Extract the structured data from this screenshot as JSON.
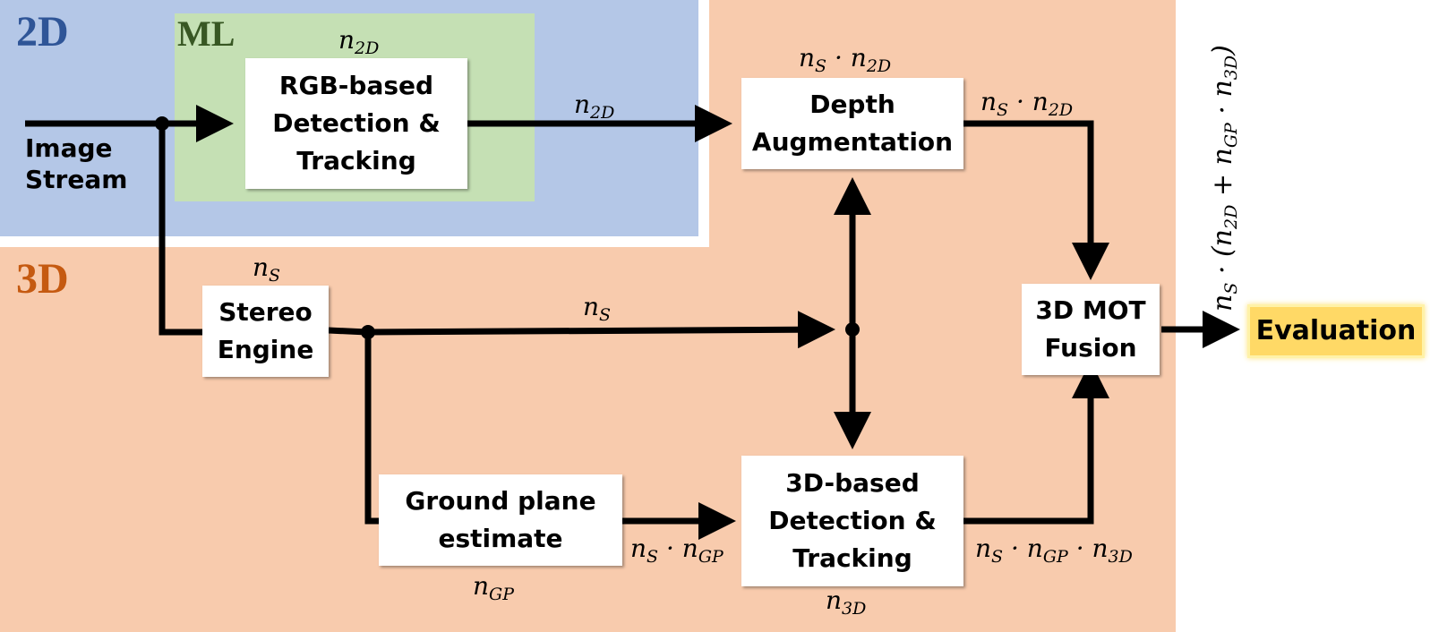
{
  "regions": {
    "two_d": {
      "label": "2D",
      "color": "#b4c7e7",
      "label_color": "#2f5597"
    },
    "ml": {
      "label": "ML",
      "color": "#c5e0b4",
      "label_color": "#385723"
    },
    "three_d": {
      "label": "3D",
      "color": "#f8cbad",
      "label_color": "#c55a11"
    }
  },
  "input_label": "Image\nStream",
  "boxes": {
    "rgb": "RGB-based\nDetection &\nTracking",
    "depth": "Depth\nAugmentation",
    "stereo": "Stereo\nEngine",
    "ground": "Ground plane\nestimate",
    "det3d": "3D-based\nDetection &\nTracking",
    "mot": "3D MOT\nFusion",
    "eval": "Evaluation"
  },
  "eval_color": "#ffd966",
  "complexities": {
    "rgb_top": {
      "base": "n",
      "sub": "2D"
    },
    "rgb_out": {
      "base": "n",
      "sub": "2D"
    },
    "depth_top": {
      "terms": [
        {
          "base": "n",
          "sub": "S"
        },
        {
          "base": "n",
          "sub": "2D"
        }
      ]
    },
    "depth_out": {
      "terms": [
        {
          "base": "n",
          "sub": "S"
        },
        {
          "base": "n",
          "sub": "2D"
        }
      ]
    },
    "stereo_top": {
      "base": "n",
      "sub": "S"
    },
    "stereo_out": {
      "base": "n",
      "sub": "S"
    },
    "ground_out": {
      "terms": [
        {
          "base": "n",
          "sub": "S"
        },
        {
          "base": "n",
          "sub": "GP"
        }
      ]
    },
    "ground_bottom": {
      "base": "n",
      "sub": "GP"
    },
    "det3d_bottom": {
      "base": "n",
      "sub": "3D"
    },
    "det3d_out": {
      "terms": [
        {
          "base": "n",
          "sub": "S"
        },
        {
          "base": "n",
          "sub": "GP"
        },
        {
          "base": "n",
          "sub": "3D"
        }
      ]
    },
    "final": "n_S · (n_2D + n_GP · n_3D)"
  },
  "final_parts": [
    {
      "base": "n",
      "sub": "S"
    },
    {
      "op": " · ("
    },
    {
      "base": "n",
      "sub": "2D"
    },
    {
      "op": " + "
    },
    {
      "base": "n",
      "sub": "GP"
    },
    {
      "op": " · "
    },
    {
      "base": "n",
      "sub": "3D"
    },
    {
      "op": ")"
    }
  ]
}
